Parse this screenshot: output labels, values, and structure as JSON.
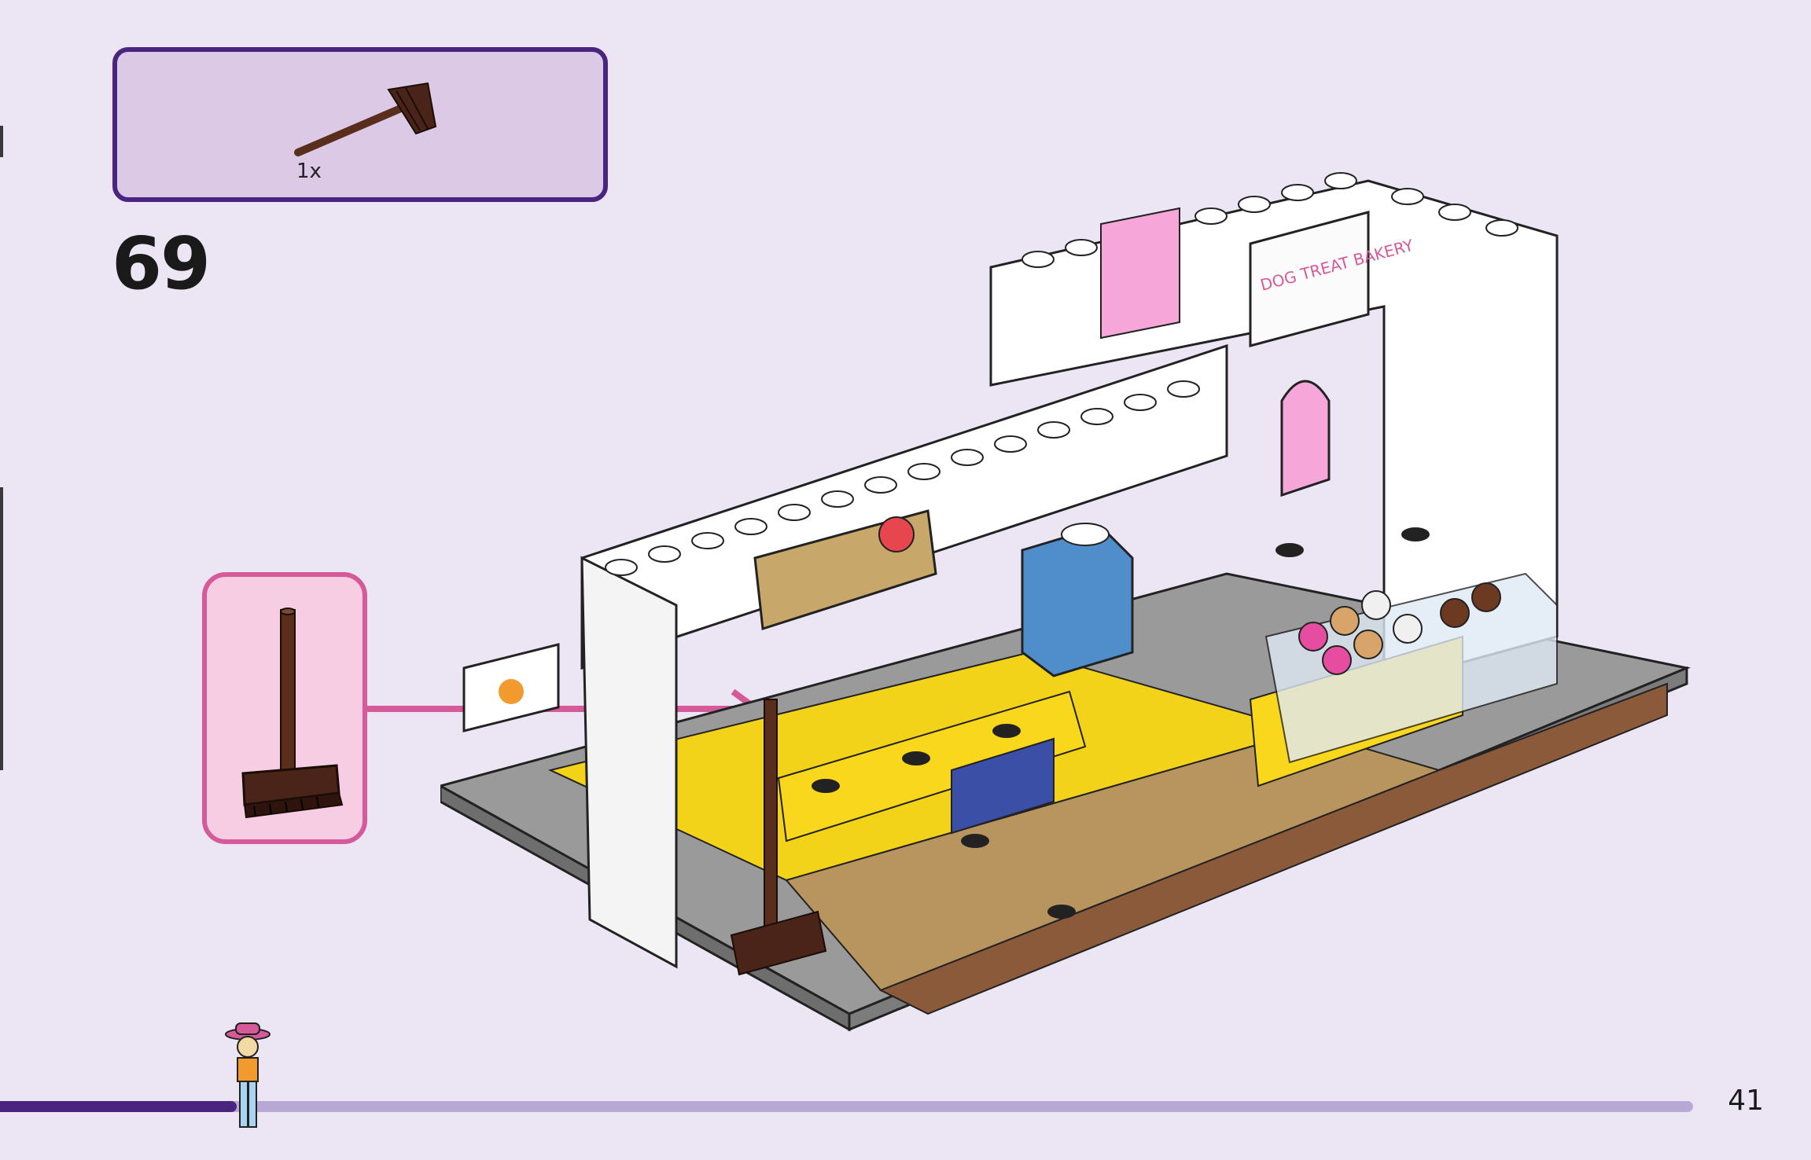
{
  "parts_list": {
    "items": [
      {
        "part": "brown-broom-icon",
        "quantity": "1x"
      }
    ]
  },
  "step": {
    "number": "69"
  },
  "sign_text": "DOG TREAT BAKERY",
  "progress": {
    "fraction": 0.14
  },
  "page": {
    "number": "41"
  },
  "colors": {
    "page_bg": "#ece6f4",
    "parts_box_border": "#4a2580",
    "parts_box_fill": "#dcc9e6",
    "callout_border": "#d55a9a",
    "callout_fill": "#f6cde2",
    "progress_fill": "#4a2580",
    "progress_track": "#b7a8d5",
    "broom_brown": "#5a2e1d"
  }
}
